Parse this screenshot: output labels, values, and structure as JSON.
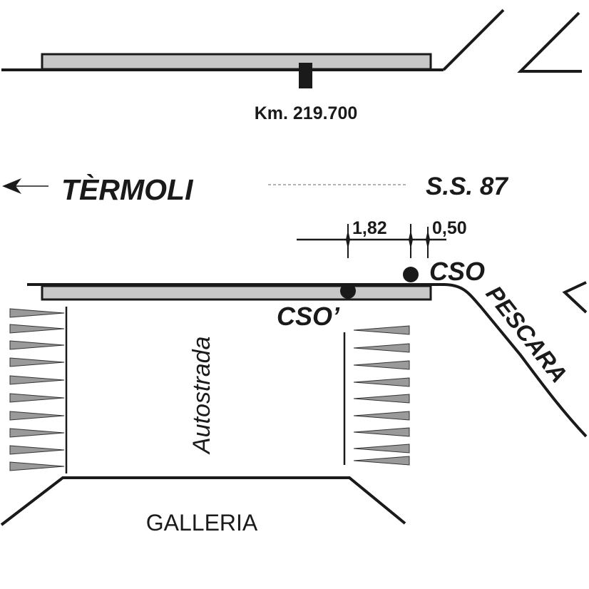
{
  "labels": {
    "km_marker": "Km. 219.700",
    "termoli": "TÈRMOLI",
    "road": "S.S. 87",
    "dim_left": "1,82",
    "dim_right": "0,50",
    "cso": "CSO",
    "cso_prime": "CSO’",
    "pescara": "PESCARA",
    "autostrada": "Autostrada",
    "galleria": "GALLERIA"
  },
  "colors": {
    "ink": "#1a1a1a",
    "platform_fill": "#c8c8c8",
    "spike_fill": "#9a9a9a",
    "dashed": "#888888"
  }
}
